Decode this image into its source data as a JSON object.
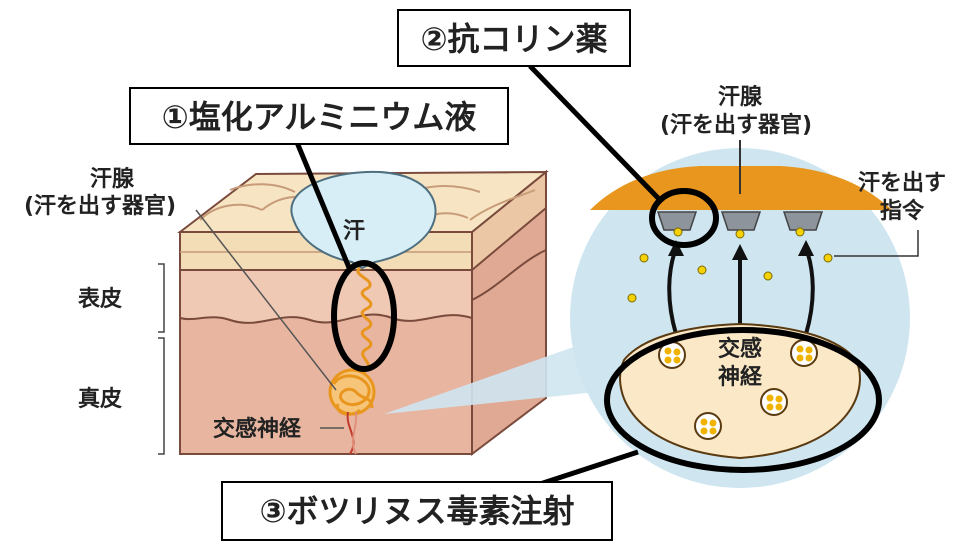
{
  "labels": {
    "sweat_gland_left_line1": "汗腺",
    "sweat_gland_left_line2": "(汗を出す器官)",
    "epidermis": "表皮",
    "dermis": "真皮",
    "sweat": "汗",
    "sympathetic_nerve_left": "交感神経",
    "sweat_gland_right_line1": "汗腺",
    "sweat_gland_right_line2": "(汗を出す器官)",
    "command_line1": "汗を出す",
    "command_line2": "指令",
    "sympathetic_nerve_right_line1": "交感",
    "sympathetic_nerve_right_line2": "神経"
  },
  "callouts": {
    "aluminum_chloride": "①塩化アルミニウム液",
    "anticholinergic": "②抗コリン薬",
    "botulinum": "③ボツリヌス毒素注射"
  },
  "colors": {
    "gland_orange": "#e8961e",
    "skin_surface": "#f3ddb6",
    "epidermis": "#efc9b3",
    "dermis": "#e8b6a0",
    "sweat_blue": "#d8eef6",
    "zoom_circle": "#cfe6f1",
    "nerve_fill": "#fbe8c6"
  }
}
